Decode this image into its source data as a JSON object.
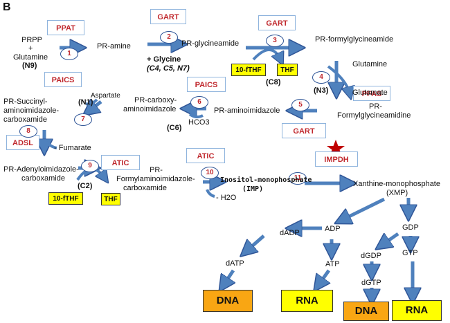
{
  "panel_label": "B",
  "accent_colors": {
    "arrow": "#4f81bd",
    "arrow_edge": "#2f5597",
    "enzyme_text": "#c0282d",
    "cofactor": "#ffff00",
    "dna_box": "#f9a613",
    "rna_box": "#ffff00",
    "star": "#c00000"
  },
  "metabolites": {
    "prpp": "PRPP",
    "plus": "+",
    "glutamine": "Glutamine",
    "n9": "(N9)",
    "pr_amine": "PR-amine",
    "pr_glycineamide": "PR-glycineamide",
    "glycine": "+ Glycine",
    "glycine_atoms": "(C4, C5, N7)",
    "pr_formylglycineamide": "PR-formylglycineamide",
    "glutamine_2": "Glutamine",
    "n3": "(N3)",
    "glutamate": "Glutamate",
    "formylglycineamidine_1": "PR-",
    "formylglycineamidine_2": "Formylglycineamidine",
    "c8": "(C8)",
    "aminoimidazole": "PR-aminoimidazole",
    "hco3": "HCO3",
    "c6": "(C6)",
    "carboxy_1": "PR-carboxy-",
    "carboxy_2": "aminoimidazole",
    "aspartate": "Aspartate",
    "n1": "(N1)",
    "succinyl_1": "PR-Succinyl-",
    "succinyl_2": "aminoimidazole-",
    "succinyl_3": "carboxamide",
    "fumarate": "- Fumarate",
    "adenyl_1": "PR-Adenyloimidazole-",
    "adenyl_2": "carboxamide",
    "c2": "(C2)",
    "formylamino_1": "PR-",
    "formylamino_2": "Formylaminoimidazole-",
    "formylamino_3": "carboxamide",
    "imp_1": "Inositol-monophosphate",
    "imp_2": "(IMP)",
    "h2o": "- H2O",
    "xmp_1": "Xanthine-monophosphate",
    "xmp_2": "(XMP)",
    "adp": "ADP",
    "dadp": "dADP",
    "datp": "dATP",
    "atp": "ATP",
    "gdp": "GDP",
    "dgdp": "dGDP",
    "dgtp": "dGTP",
    "gtp": "GTP"
  },
  "enzymes": {
    "ppat": "PPAT",
    "gart_1": "GART",
    "gart_2": "GART",
    "pfas": "PFAS",
    "paics_1": "PAICS",
    "paics_2": "PAICS",
    "gart_3": "GART",
    "adsl": "ADSL",
    "atic_1": "ATIC",
    "atic_2": "ATIC",
    "impdh": "IMPDH"
  },
  "cofactors": {
    "tenfthf_1": "10-fTHF",
    "thf_1": "THF",
    "tenfthf_2": "10-fTHF",
    "thf_2": "THF"
  },
  "steps": [
    "1",
    "2",
    "3",
    "4",
    "5",
    "6",
    "7",
    "8",
    "9",
    "10",
    "11"
  ],
  "products": {
    "dna_1": "DNA",
    "rna_1": "RNA",
    "dna_2": "DNA",
    "rna_2": "RNA"
  }
}
